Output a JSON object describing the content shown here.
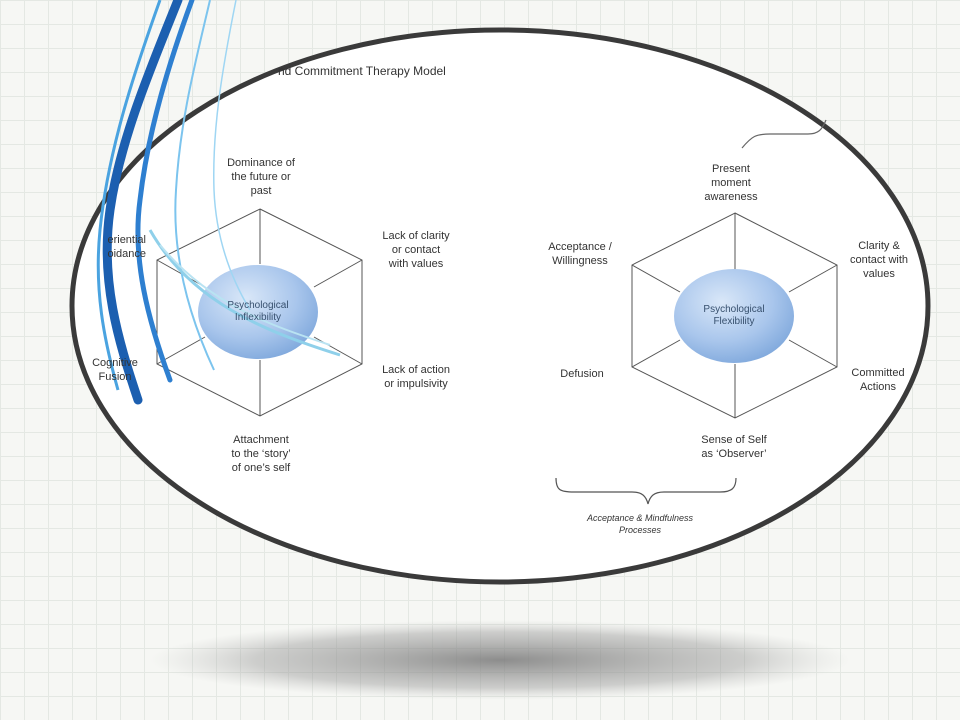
{
  "title": "nd Commitment Therapy Model",
  "left_model": {
    "center": [
      "Psychological",
      "Inflexibility"
    ],
    "labels": {
      "top": [
        "Dominance of",
        "the future or",
        "past"
      ],
      "upper_left": [
        "eriential",
        "oidance"
      ],
      "upper_right": [
        "Lack of clarity",
        "or contact",
        "with values"
      ],
      "lower_left": [
        "Cognitive",
        "Fusion"
      ],
      "lower_right": [
        "Lack of action",
        "or impulsivity"
      ],
      "bottom": [
        "Attachment",
        "to the ‘story’",
        "of one’s self"
      ]
    }
  },
  "right_model": {
    "center": [
      "Psychological",
      "Flexibility"
    ],
    "labels": {
      "top": [
        "Present",
        "moment",
        "awareness"
      ],
      "upper_left": [
        "Acceptance /",
        "Willingness"
      ],
      "upper_right": [
        "Clarity &",
        "contact with",
        "values"
      ],
      "lower_left": [
        "Defusion"
      ],
      "lower_right": [
        "Committed",
        "Actions"
      ],
      "bottom": [
        "Sense of Self",
        "as ‘Observer’"
      ]
    }
  },
  "bracket_caption": [
    "Acceptance & Mindfulness",
    "Processes"
  ],
  "colors": {
    "frame": "#3a3a3a",
    "swoosh_dark": "#1c5fb0",
    "swoosh_light": "#5fb6e6",
    "center_fill": "#9dc0ea"
  }
}
